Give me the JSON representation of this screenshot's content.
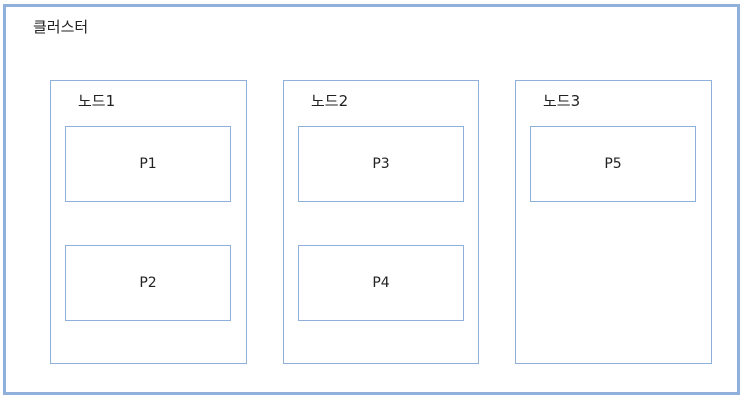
{
  "diagram": {
    "cluster": {
      "label": "클러스터"
    },
    "nodes": [
      {
        "label": "노드1",
        "pods": [
          "P1",
          "P2"
        ]
      },
      {
        "label": "노드2",
        "pods": [
          "P3",
          "P4"
        ]
      },
      {
        "label": "노드3",
        "pods": [
          "P5"
        ]
      }
    ]
  },
  "colors": {
    "border": "#8eb0db",
    "text": "#222222",
    "background": "#ffffff"
  }
}
